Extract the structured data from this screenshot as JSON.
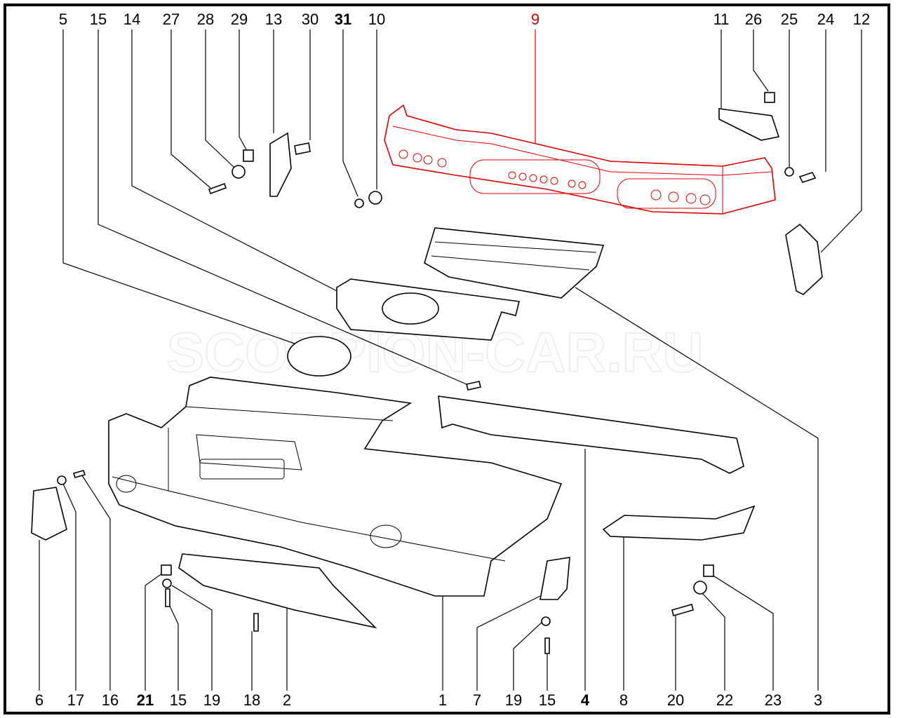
{
  "diagram": {
    "top_labels": [
      "5",
      "15",
      "14",
      "27",
      "28",
      "29",
      "13",
      "30",
      "31",
      "10",
      "9",
      "11",
      "26",
      "25",
      "24",
      "12"
    ],
    "bottom_labels": [
      "6",
      "17",
      "16",
      "21",
      "15",
      "19",
      "18",
      "2",
      "1",
      "7",
      "19",
      "15",
      "4",
      "8",
      "20",
      "22",
      "23",
      "3"
    ],
    "highlighted_part": "9",
    "colors": {
      "highlight": "#e00000",
      "line": "#000000"
    }
  }
}
